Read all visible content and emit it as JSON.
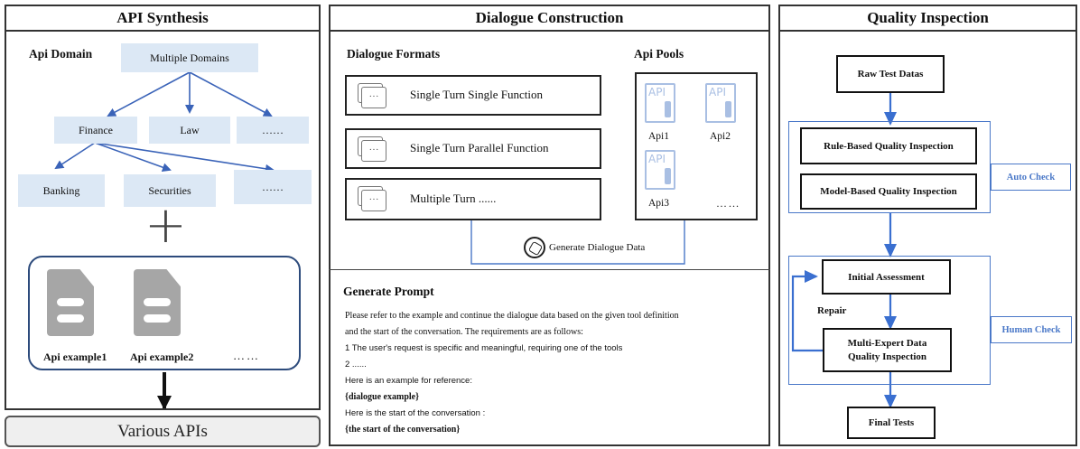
{
  "api_synthesis": {
    "title": "API Synthesis",
    "domain_label": "Api Domain",
    "root": "Multiple Domains",
    "level1": [
      "Finance",
      "Law",
      "……"
    ],
    "level2": [
      "Banking",
      "Securities",
      "……"
    ],
    "plus": "+",
    "examples": [
      "Api example1",
      "Api example2",
      "……"
    ],
    "output": "Various  APIs"
  },
  "dialogue_construction": {
    "title": "Dialogue Construction",
    "formats_label": "Dialogue Formats",
    "formats": [
      "Single Turn Single Function",
      "Single Turn Parallel Function",
      "Multiple Turn ......"
    ],
    "chat_glyph": "···",
    "pools_label": "Api Pools",
    "api_icon_text": "API",
    "apis": [
      "Api1",
      "Api2",
      "Api3",
      "……"
    ],
    "generate_label": "Generate Dialogue Data",
    "prompt_title": "Generate Prompt",
    "prompt_lines": [
      "Please refer to the example and continue the dialogue data based on the given tool definition",
      "and the start of the conversation. The requirements are as follows:",
      "1 The user's request is specific and meaningful, requiring one of the tools",
      "2 ......",
      "Here is an example for reference:",
      "{dialogue example}",
      "Here is the start of the conversation :",
      "{the start of the conversation}"
    ]
  },
  "quality_inspection": {
    "title": "Quality Inspection",
    "raw": "Raw Test Datas",
    "rule": "Rule-Based Quality Inspection",
    "model": "Model-Based Quality Inspection",
    "auto": "Auto Check",
    "initial": "Initial Assessment",
    "repair": "Repair",
    "multi_line1": "Multi-Expert Data",
    "multi_line2": "Quality Inspection",
    "human": "Human Check",
    "final": "Final Tests"
  },
  "colors": {
    "light_blue": "#dce8f5",
    "accent_blue": "#4a78c8",
    "icon_gray": "#a6a6a6"
  }
}
